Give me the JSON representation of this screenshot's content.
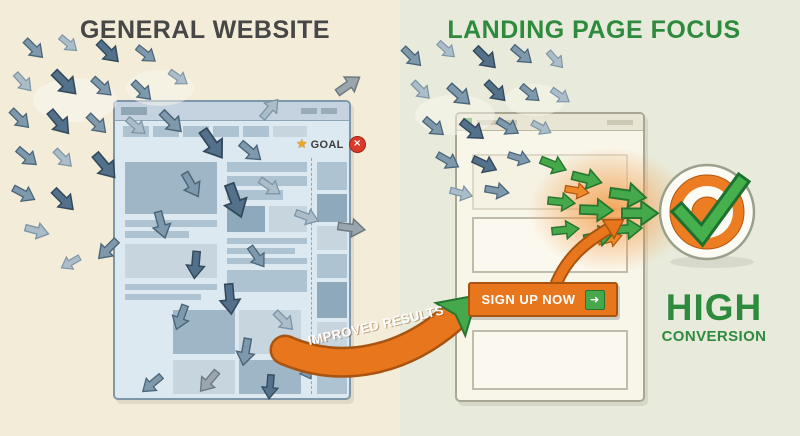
{
  "header": {
    "left_title": "GENERAL WEBSITE",
    "right_title": "LANDING PAGE FOCUS"
  },
  "goal_badge": {
    "star_icon": "★",
    "label": "GOAL",
    "close_icon": "×"
  },
  "landing": {
    "signup_label": "SIGN UP NOW",
    "signup_arrow_icon": "➜"
  },
  "ribbon": {
    "label": "IMPROVED RESULTS"
  },
  "conversion": {
    "line1": "HIGH",
    "line2": "CONVERSION"
  },
  "colors": {
    "left_bg": "#f2ecd9",
    "right_bg": "#e8ebdb",
    "title_gray": "#474747",
    "brand_green": "#2e8b3e",
    "accent_orange": "#e8761d",
    "arrow_blue": "#7e98ac",
    "goal_red": "#d93a2b",
    "target_orange": "#ed7d23",
    "check_green": "#45b04c"
  }
}
